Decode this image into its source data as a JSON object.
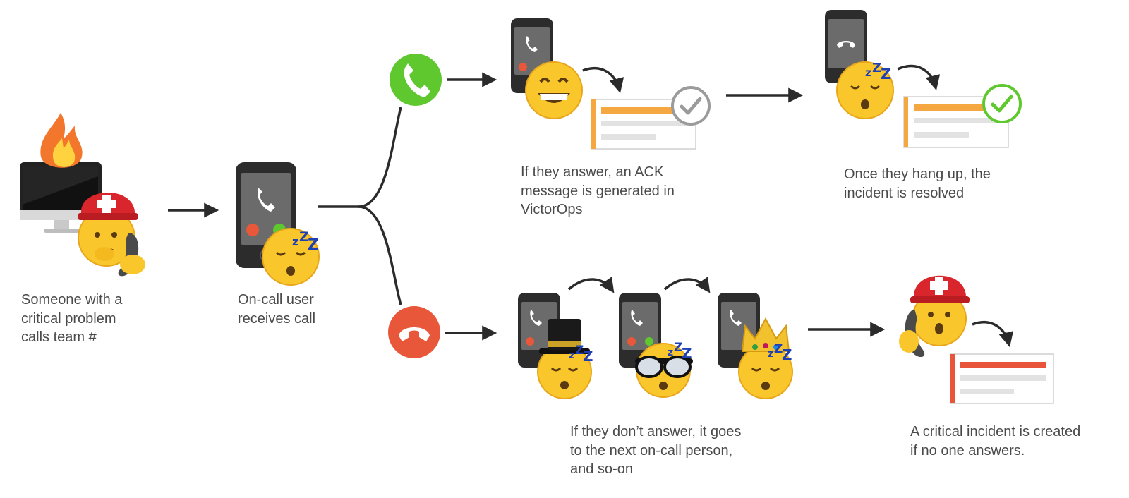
{
  "captions": {
    "caller": [
      "Someone with a",
      "critical problem",
      "calls team #"
    ],
    "oncall": [
      "On-call user",
      "receives call"
    ],
    "answer": [
      "If they answer, an ACK",
      "message is generated in",
      "VictorOps"
    ],
    "hangup": [
      "Once they hang up, the",
      "incident is resolved"
    ],
    "no_answer": [
      "If they don’t answer, it goes",
      "to the next on-call person,",
      "and so-on"
    ],
    "critical": [
      "A critical incident is created",
      "if no one answers."
    ]
  },
  "colors": {
    "answer_green": "#5ec82e",
    "decline_red": "#e9573a",
    "ack_orange": "#f5a742",
    "critical_red": "#e8553a",
    "phone_dark": "#2c2c2c",
    "screen_gray": "#6b6b6b",
    "text_gray": "#4a4a4a",
    "arrow": "#2b2b2b"
  },
  "icons": {
    "caller": "thinking-face-with-rescue-helmet-icon",
    "burning_monitor": "fire-on-monitor-icon",
    "answer": "phone-receiver-icon",
    "decline": "phone-hangup-icon",
    "check": "checkmark-icon",
    "happy": "grinning-face-icon",
    "sleepy": "sleeping-face-icon"
  }
}
